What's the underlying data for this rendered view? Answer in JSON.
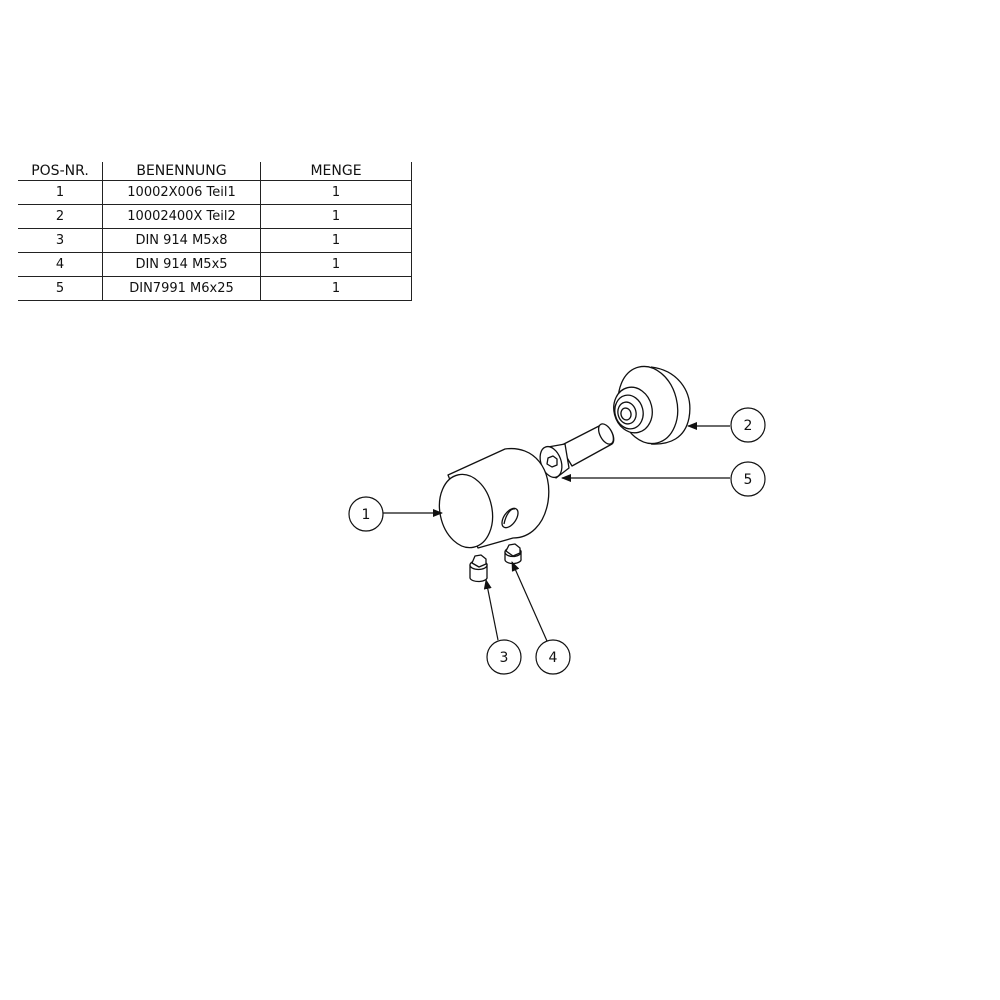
{
  "bom": {
    "headers": {
      "pos": "POS-NR.",
      "name": "BENENNUNG",
      "qty": "MENGE"
    },
    "rows": [
      {
        "pos": "1",
        "name": "10002X006 Teil1",
        "qty": "1"
      },
      {
        "pos": "2",
        "name": "10002400X Teil2",
        "qty": "1"
      },
      {
        "pos": "3",
        "name": "DIN 914 M5x8",
        "qty": "1"
      },
      {
        "pos": "4",
        "name": "DIN 914 M5x5",
        "qty": "1"
      },
      {
        "pos": "5",
        "name": "DIN7991 M6x25",
        "qty": "1"
      }
    ]
  },
  "balloons": {
    "b1": "1",
    "b2": "2",
    "b3": "3",
    "b4": "4",
    "b5": "5"
  }
}
